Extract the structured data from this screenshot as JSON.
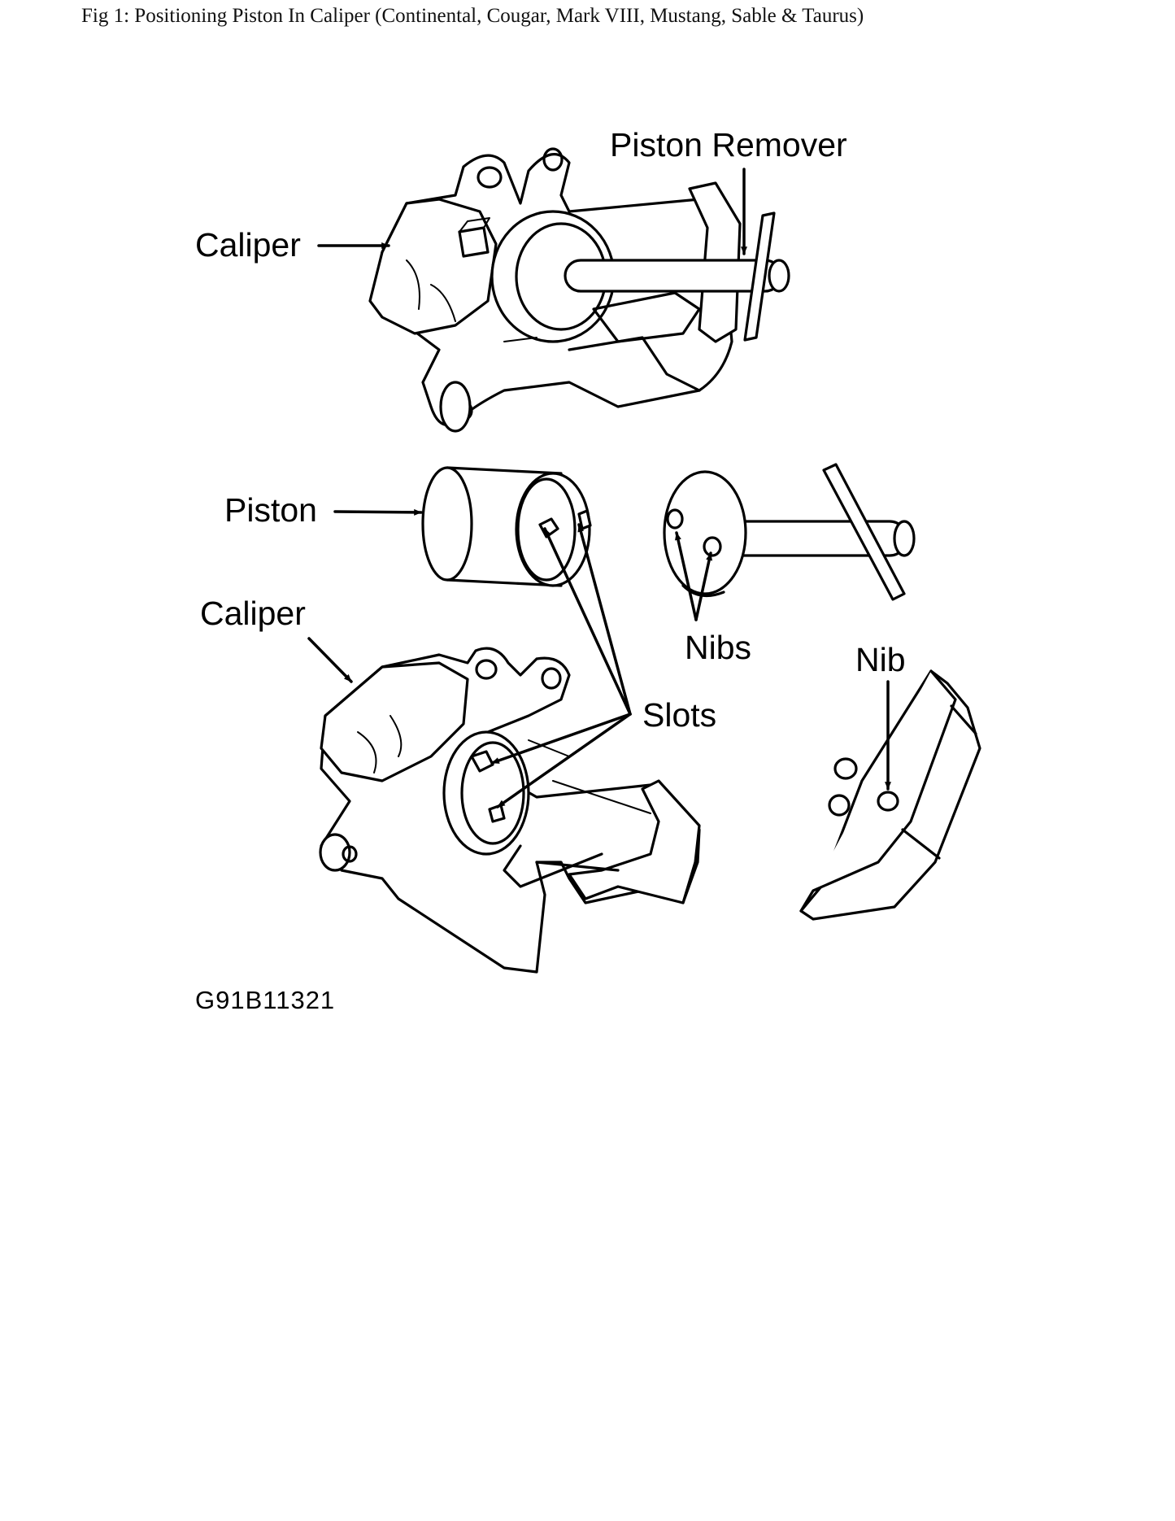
{
  "caption": "Fig 1: Positioning Piston In Caliper (Continental, Cougar, Mark VIII, Mustang, Sable & Taurus)",
  "labels": {
    "caliper_top": "Caliper",
    "piston_remover": "Piston Remover",
    "piston": "Piston",
    "caliper_bottom": "Caliper",
    "nibs": "Nibs",
    "nib": "Nib",
    "slots": "Slots"
  },
  "figure_code": "G91B11321"
}
